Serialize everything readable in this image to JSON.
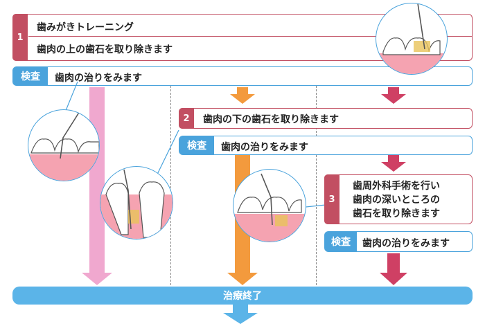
{
  "step1": {
    "number": "1",
    "line1": "歯みがきトレーニング",
    "line2": "歯肉の上の歯石を取り除きます"
  },
  "step2": {
    "number": "2",
    "text": "歯肉の下の歯石を取り除きます"
  },
  "step3": {
    "number": "3",
    "line1": "歯周外科手術を行い",
    "line2": "歯肉の深いところの",
    "line3": "歯石を取り除きます"
  },
  "check": {
    "label": "検査",
    "text": "歯肉の治りをみます"
  },
  "final": {
    "label": "治療終了"
  },
  "colors": {
    "pink": "#f0a8cf",
    "orange": "#f39a3d",
    "crimson": "#cf4064",
    "blue": "#5bb4e8",
    "step_border": "#c24f62",
    "check_blue": "#4aa3dc"
  },
  "icons": [
    "tooth-scaling-illustration",
    "gum-probe-illustration",
    "subgingival-scaling-illustration",
    "gum-surgery-illustration"
  ]
}
